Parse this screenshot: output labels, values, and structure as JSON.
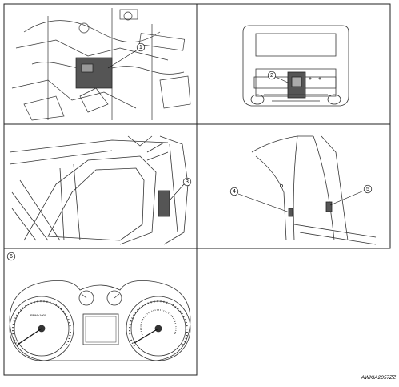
{
  "figure": {
    "reference_code": "AWKIA2057ZZ",
    "panels": [
      {
        "id": "engine-bay",
        "callouts": [
          "1"
        ]
      },
      {
        "id": "map-lamp",
        "callouts": [
          "2"
        ]
      },
      {
        "id": "sunroof",
        "callouts": [
          "3"
        ]
      },
      {
        "id": "door-pillar",
        "callouts": [
          "4",
          "5"
        ]
      },
      {
        "id": "combination-meter",
        "callouts": [
          "6"
        ],
        "meter_label": "RPM×1000"
      }
    ]
  }
}
